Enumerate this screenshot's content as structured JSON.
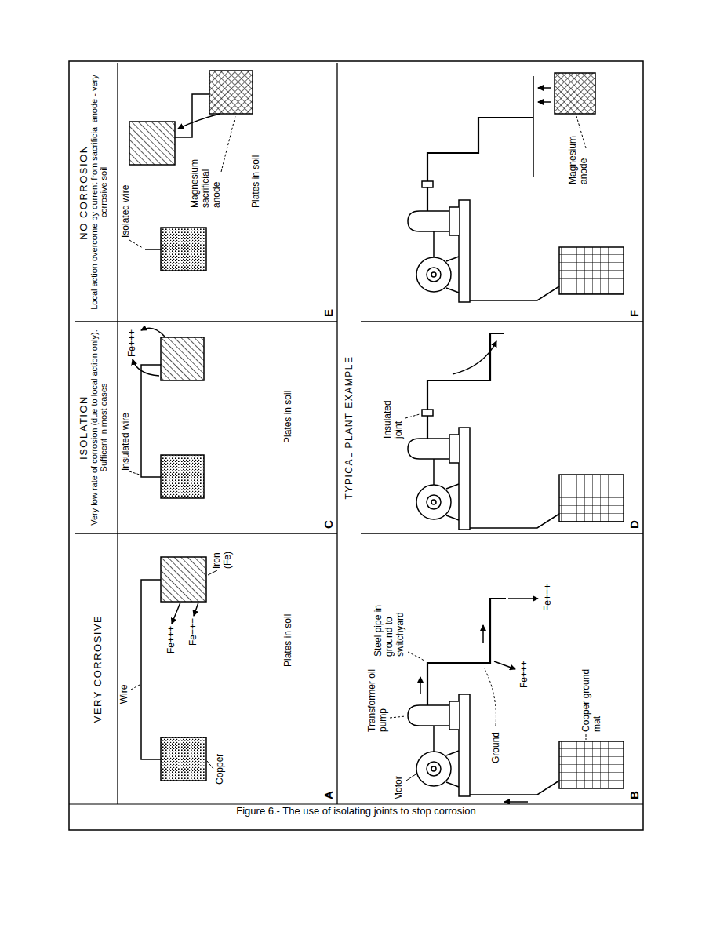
{
  "diagram": {
    "caption": "Figure 6.- The use of isolating joints to stop corrosion",
    "nodes": [
      {
        "text": [
          "VERY CORROSIVE",
          "A"
        ]
      },
      {
        "text": [
          "ISOLATION",
          "Very low rate of corrosion (due to local action only). Sufficent in most cases",
          "C"
        ]
      },
      {
        "text": [
          "NO CORROSION",
          "Local action overcome by current from sacrificial anode - very corrosive soil",
          "E"
        ]
      },
      {
        "text": [
          "B"
        ]
      },
      {
        "text": [
          "D"
        ]
      },
      {
        "text": [
          "F"
        ]
      }
    ],
    "labels": [
      "Copper",
      "Wire",
      "Iron (Fe)",
      "Fe+++",
      "Fe+++",
      "Plates in soil",
      "Insulated wire",
      "Fe+++",
      "Plates in soil",
      "Isolated wire",
      "Magnesium sacrificial anode",
      "Plates in soil",
      "TYPICAL PLANT EXAMPLE",
      "Motor",
      "Transformer oil pump",
      "Steel pipe in ground to switchyard",
      "Ground",
      "Fe+++",
      "Fe+++",
      "Copper ground mat",
      "Insulated joint",
      "Magnesium anode"
    ]
  }
}
